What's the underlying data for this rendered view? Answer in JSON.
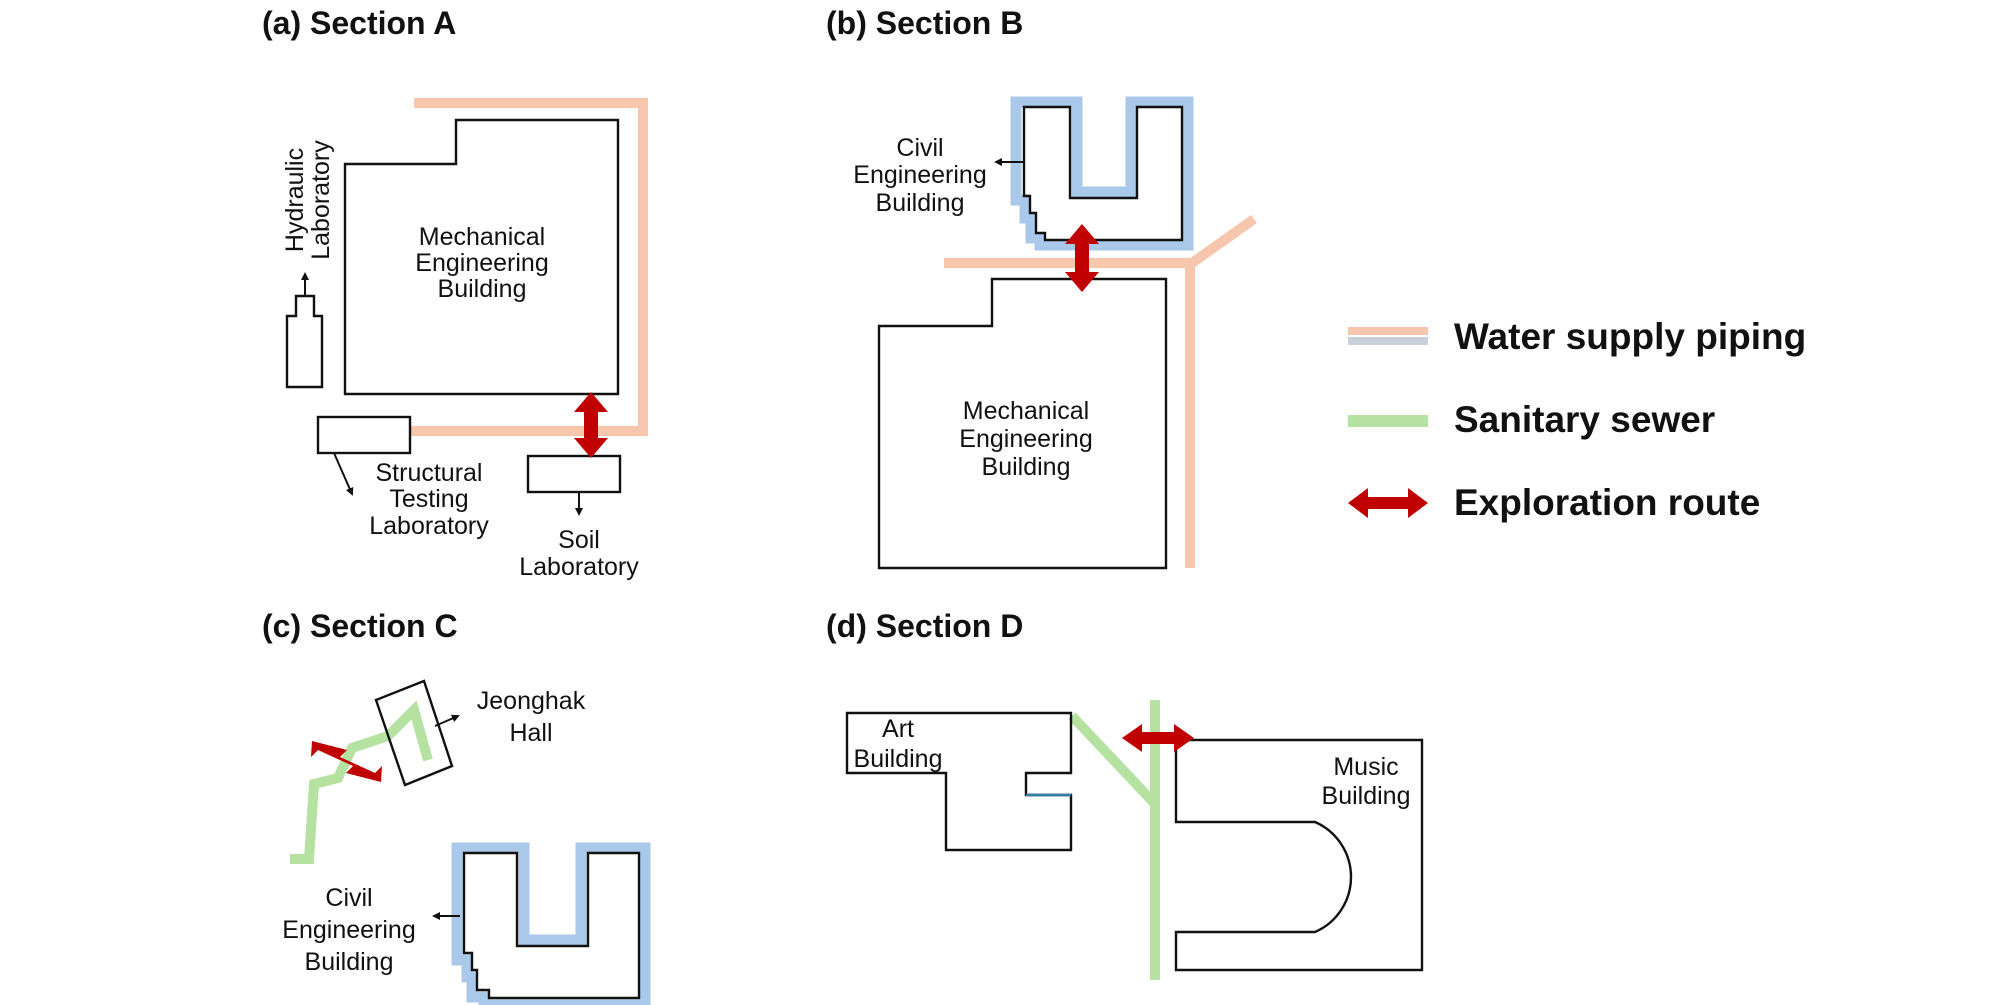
{
  "colors": {
    "water": "#f6c7ad",
    "water_alt": "#c9cfd8",
    "sewer": "#b6e2a1",
    "exploration": "#c00000",
    "civil_outline": "#a9c8ea",
    "line": "#111111"
  },
  "legend": {
    "water": "Water supply piping",
    "sewer": "Sanitary sewer",
    "exploration": "Exploration route"
  },
  "panels": {
    "a": {
      "title": "(a) Section A",
      "mech": [
        "Mechanical",
        "Engineering",
        "Building"
      ],
      "hydraulic": [
        "Hydraulic",
        "Laboratory"
      ],
      "structural": [
        "Structural",
        "Testing",
        "Laboratory"
      ],
      "soil": [
        "Soil",
        "Laboratory"
      ]
    },
    "b": {
      "title": "(b) Section B",
      "civil": [
        "Civil",
        "Engineering",
        "Building"
      ],
      "mech": [
        "Mechanical",
        "Engineering",
        "Building"
      ]
    },
    "c": {
      "title": "(c) Section C",
      "jeonghak": [
        "Jeonghak",
        "Hall"
      ],
      "civil": [
        "Civil",
        "Engineering",
        "Building"
      ]
    },
    "d": {
      "title": "(d) Section D",
      "art": [
        "Art",
        "Building"
      ],
      "music": [
        "Music",
        "Building"
      ]
    }
  }
}
